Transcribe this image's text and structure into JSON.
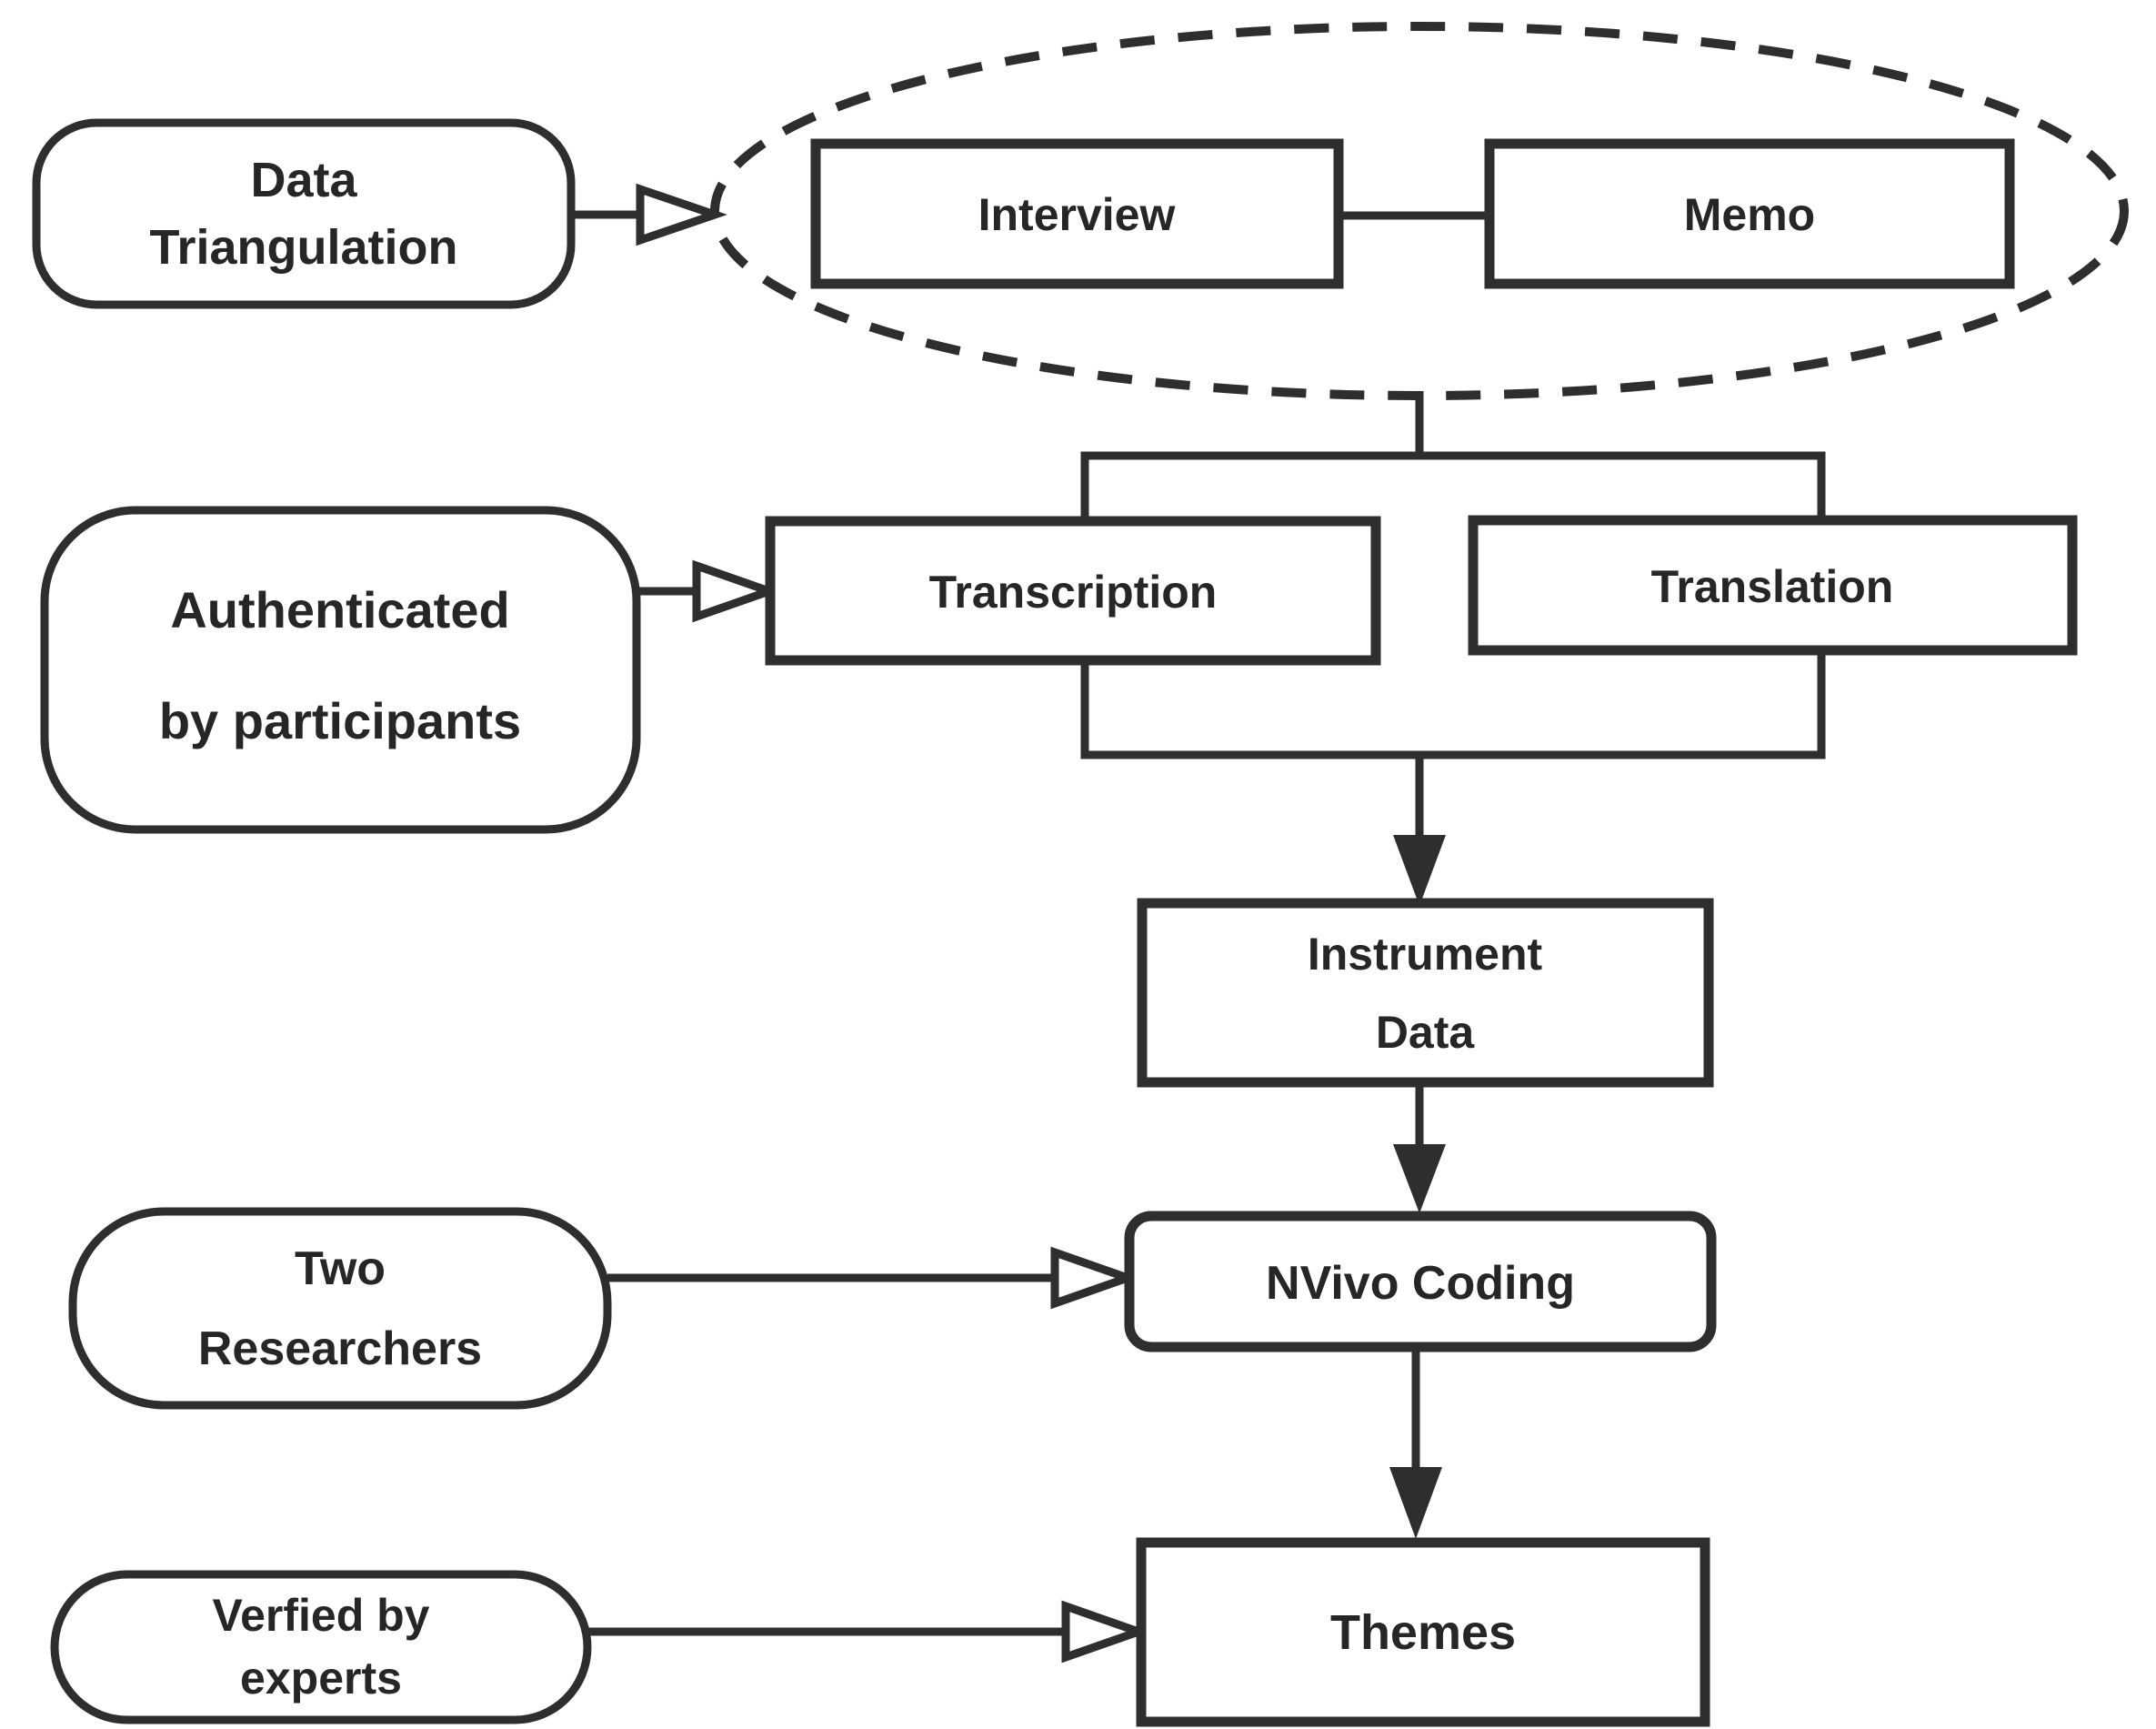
{
  "diagram": {
    "type": "flowchart",
    "colors": {
      "background": "#ffffff",
      "stroke": "#2e2e2e",
      "text": "#262626"
    },
    "nodes": {
      "data_triangulation": {
        "line1": "Data",
        "line2": "Triangulation"
      },
      "interview": {
        "label": "Interview"
      },
      "memo": {
        "label": "Memo"
      },
      "authenticated": {
        "line1": "Authenticated",
        "line2": "by participants"
      },
      "transcription": {
        "label": "Transcription"
      },
      "translation": {
        "label": "Translation"
      },
      "instrument_data": {
        "line1": "Instrument",
        "line2": "Data"
      },
      "two_researchers": {
        "line1": "Two",
        "line2": "Researchers"
      },
      "nvivo_coding": {
        "label": "NVivo Coding"
      },
      "themes": {
        "label": "Themes"
      },
      "verified_by_experts": {
        "line1": "Verfied by",
        "line2": "experts"
      }
    },
    "edges": [
      {
        "from": "data_triangulation",
        "to": "interview_memo_group",
        "style": "open-arrow"
      },
      {
        "from": "interview",
        "to": "memo",
        "style": "plain-line"
      },
      {
        "from": "interview_memo_group",
        "to": "transcription_translation_group",
        "style": "plain-line"
      },
      {
        "from": "authenticated",
        "to": "transcription",
        "style": "open-arrow"
      },
      {
        "from": "transcription_translation_group",
        "to": "instrument_data",
        "style": "filled-arrow"
      },
      {
        "from": "instrument_data",
        "to": "nvivo_coding",
        "style": "filled-arrow"
      },
      {
        "from": "two_researchers",
        "to": "nvivo_coding",
        "style": "open-arrow"
      },
      {
        "from": "nvivo_coding",
        "to": "themes",
        "style": "filled-arrow"
      },
      {
        "from": "verified_by_experts",
        "to": "themes",
        "style": "open-arrow"
      }
    ]
  }
}
